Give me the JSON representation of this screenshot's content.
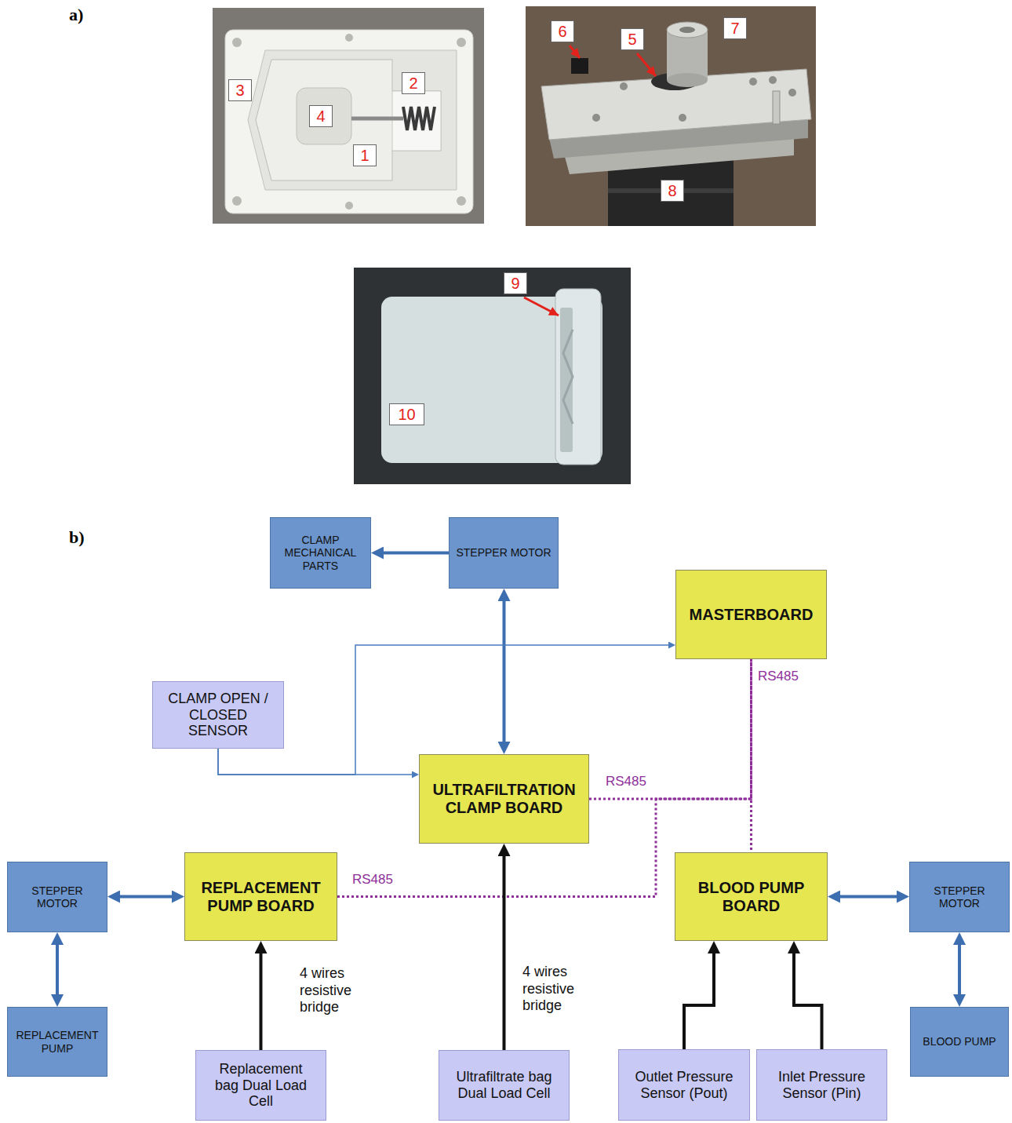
{
  "diagram": {
    "nodes": [
      {
        "text": [
          "CLAMP MECHANICAL PARTS"
        ]
      },
      {
        "text": [
          "STEPPER MOTOR"
        ]
      },
      {
        "text": [
          "MASTERBOARD"
        ]
      },
      {
        "text": [
          "CLAMP OPEN / CLOSED SENSOR"
        ]
      },
      {
        "text": [
          "ULTRAFILTRATION CLAMP BOARD"
        ]
      },
      {
        "text": [
          "STEPPER MOTOR"
        ]
      },
      {
        "text": [
          "REPLACEMENT PUMP BOARD"
        ]
      },
      {
        "text": [
          "BLOOD PUMP BOARD"
        ]
      },
      {
        "text": [
          "STEPPER MOTOR"
        ]
      },
      {
        "text": [
          "REPLACEMENT PUMP"
        ]
      },
      {
        "text": [
          "BLOOD PUMP"
        ]
      },
      {
        "text": [
          "Replacement bag Dual Load Cell"
        ]
      },
      {
        "text": [
          "Ultrafiltrate bag Dual Load Cell"
        ]
      },
      {
        "text": [
          "Outlet Pressure Sensor (Pout)"
        ]
      },
      {
        "text": [
          "Inlet Pressure Sensor (Pin)"
        ]
      }
    ],
    "edges": [
      {
        "from": 1,
        "to": 0,
        "arrow": "to"
      },
      {
        "from": 4,
        "to": 1,
        "arrow": "both"
      },
      {
        "from": 3,
        "to": 4,
        "arrow": "to"
      },
      {
        "from": 3,
        "to": 2,
        "arrow": "to"
      },
      {
        "from": 4,
        "to": 2,
        "arrow": "none",
        "label": "RS485"
      },
      {
        "from": 6,
        "to": 2,
        "arrow": "none",
        "label": "RS485"
      },
      {
        "from": 2,
        "to": 7,
        "arrow": "none",
        "label": "RS485"
      },
      {
        "from": 6,
        "to": 5,
        "arrow": "both"
      },
      {
        "from": 5,
        "to": 9,
        "arrow": "both"
      },
      {
        "from": 11,
        "to": 6,
        "arrow": "to",
        "label": "4 wires resistive bridge"
      },
      {
        "from": 12,
        "to": 4,
        "arrow": "to",
        "label": "4 wires resistive bridge"
      },
      {
        "from": 13,
        "to": 7,
        "arrow": "to"
      },
      {
        "from": 14,
        "to": 7,
        "arrow": "to"
      },
      {
        "from": 7,
        "to": 8,
        "arrow": "both"
      },
      {
        "from": 8,
        "to": 10,
        "arrow": "both"
      }
    ],
    "labels": [
      "a)",
      "b)",
      "1",
      "2",
      "3",
      "4",
      "5",
      "6",
      "7",
      "8",
      "9",
      "10"
    ]
  }
}
